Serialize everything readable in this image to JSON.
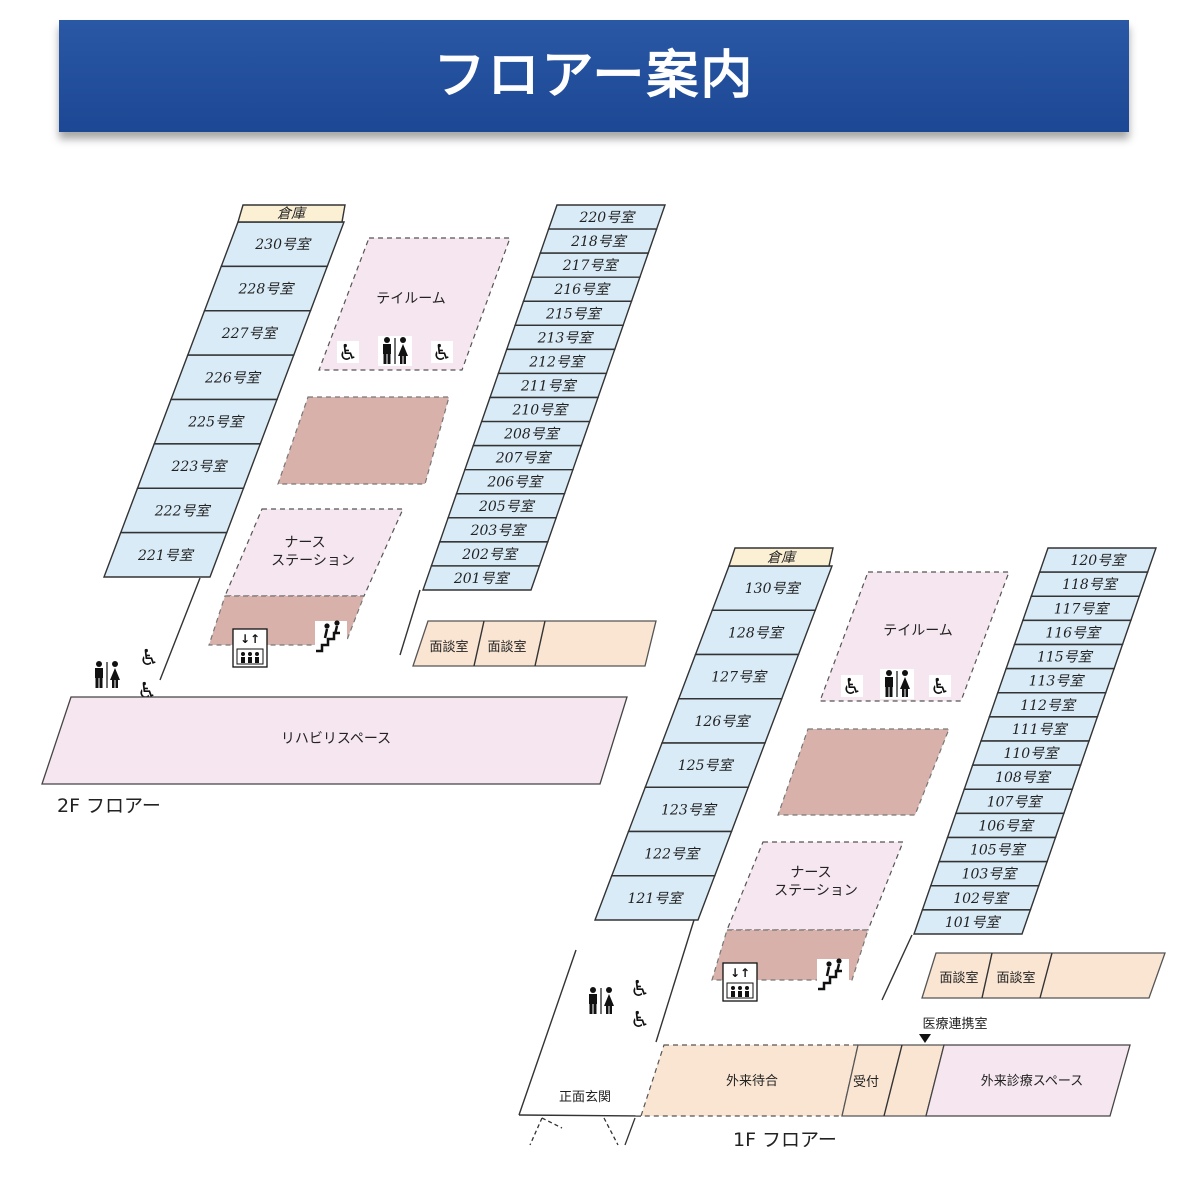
{
  "header": {
    "title": "フロアー案内"
  },
  "floor2": {
    "label": "2F フロアー",
    "storage_label": "倉庫",
    "left_rooms": [
      "230号室",
      "228号室",
      "227号室",
      "226号室",
      "225号室",
      "223号室",
      "222号室",
      "221号室"
    ],
    "right_rooms": [
      "220号室",
      "218号室",
      "217号室",
      "216号室",
      "215号室",
      "213号室",
      "212号室",
      "211号室",
      "210号室",
      "208号室",
      "207号室",
      "206号室",
      "205号室",
      "203号室",
      "202号室",
      "201号室"
    ],
    "tearoom": "テイルーム",
    "nurse_station": [
      "ナース",
      "ステーション"
    ],
    "interview_rooms": [
      "面談室",
      "面談室"
    ],
    "rehab_space": "リハビリスペース"
  },
  "floor1": {
    "label": "1F フロアー",
    "storage_label": "倉庫",
    "left_rooms": [
      "130号室",
      "128号室",
      "127号室",
      "126号室",
      "125号室",
      "123号室",
      "122号室",
      "121号室"
    ],
    "right_rooms": [
      "120号室",
      "118号室",
      "117号室",
      "116号室",
      "115号室",
      "113号室",
      "112号室",
      "111号室",
      "110号室",
      "108号室",
      "107号室",
      "106号室",
      "105号室",
      "103号室",
      "102号室",
      "101号室"
    ],
    "tearoom": "テイルーム",
    "nurse_station": [
      "ナース",
      "ステーション"
    ],
    "interview_rooms": [
      "面談室",
      "面談室"
    ],
    "entrance": "正面玄関",
    "waiting_area": "外来待合",
    "reception": "受付",
    "liaison_room": "医療連携室",
    "outpatient_space": "外来診療スペース"
  },
  "icons": [
    "wheelchair-icon",
    "men-restroom-icon",
    "women-restroom-icon",
    "elevator-icon",
    "stairs-icon"
  ]
}
